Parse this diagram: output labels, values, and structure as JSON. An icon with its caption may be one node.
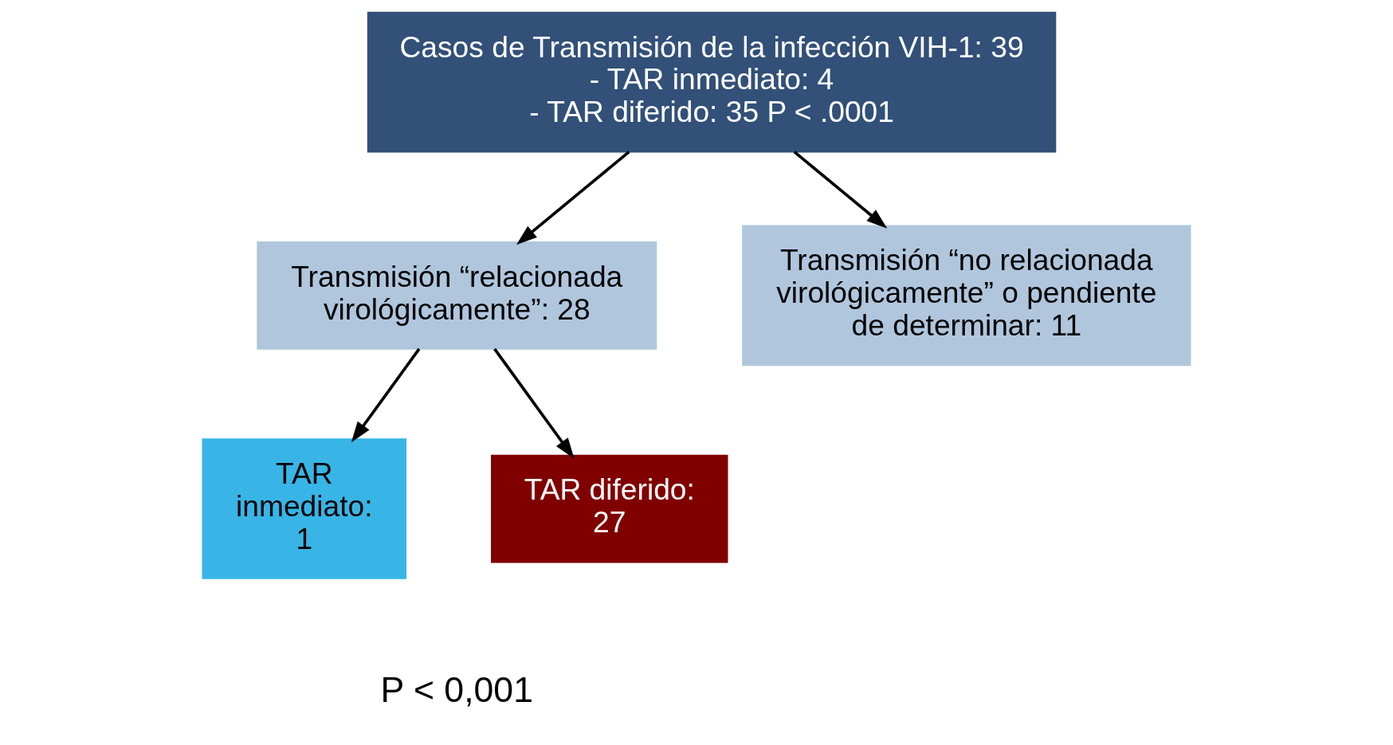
{
  "diagram": {
    "nodes": [
      {
        "text": [
          "Casos de Transmisión de la infección VIH-1: 39",
          "- TAR inmediato: 4",
          "- TAR diferido: 35 P < .0001"
        ]
      },
      {
        "text": [
          "Transmisión “relacionada virológicamente”: 28"
        ]
      },
      {
        "text": [
          "Transmisión “no relacionada virológicamente” o pendiente de determinar: 11"
        ]
      },
      {
        "text": [
          "TAR inmediato: 1"
        ]
      },
      {
        "text": [
          "TAR diferido: 27"
        ]
      }
    ],
    "edges": [
      {
        "from": 0,
        "to": 1,
        "arrow": "to"
      },
      {
        "from": 0,
        "to": 2,
        "arrow": "to"
      },
      {
        "from": 1,
        "to": 3,
        "arrow": "to"
      },
      {
        "from": 1,
        "to": 4,
        "arrow": "to"
      }
    ],
    "labels": [
      "P < 0,001"
    ]
  }
}
